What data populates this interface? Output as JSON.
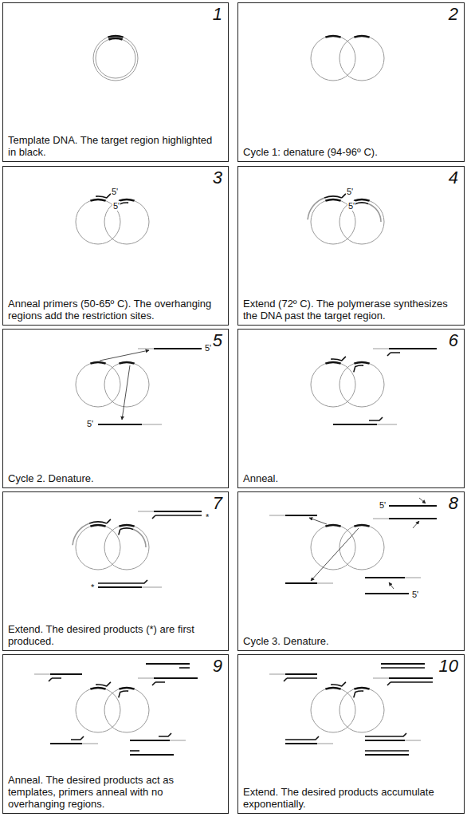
{
  "diagram": {
    "nodes": [
      {
        "text": [
          "1",
          "Template DNA. The target region highlighted in black."
        ]
      },
      {
        "text": [
          "2",
          "Cycle 1: denature (94-96º C)."
        ]
      },
      {
        "text": [
          "3",
          "Anneal primers (50-65º C). The overhanging regions add the restriction sites."
        ]
      },
      {
        "text": [
          "4",
          "Extend (72º C). The polymerase synthesizes the DNA past the target region."
        ]
      },
      {
        "text": [
          "5",
          "Cycle 2.  Denature."
        ]
      },
      {
        "text": [
          "6",
          "Anneal."
        ]
      },
      {
        "text": [
          "7",
          "Extend. The desired products (*) are first produced."
        ]
      },
      {
        "text": [
          "8",
          "Cycle 3.  Denature."
        ]
      },
      {
        "text": [
          "9",
          "Anneal. The desired products act as templates, primers anneal with no overhanging regions."
        ]
      },
      {
        "text": [
          "10",
          "Extend. The desired products accumulate exponentially."
        ]
      }
    ],
    "labels": [
      "5'",
      "5'",
      "5'",
      "5'",
      "5'",
      "5'",
      "*",
      "*",
      "5'",
      "5'"
    ]
  }
}
